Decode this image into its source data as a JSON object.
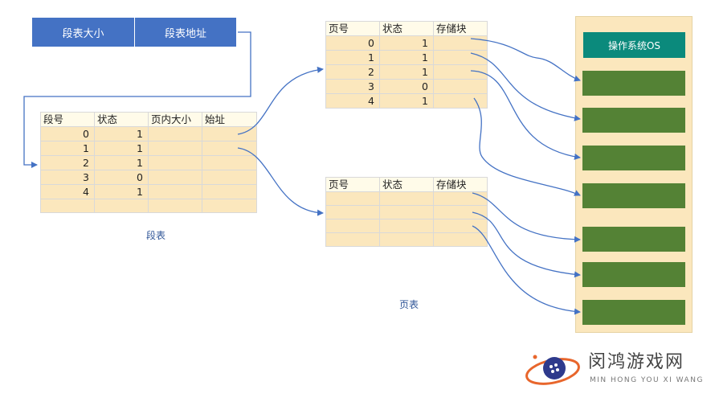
{
  "register": {
    "seg_len_label": "段表大小",
    "seg_addr_label": "段表地址"
  },
  "segment_table": {
    "headers": [
      "段号",
      "状态",
      "页内大小",
      "始址"
    ],
    "rows": [
      [
        "0",
        "1",
        "",
        ""
      ],
      [
        "1",
        "1",
        "",
        ""
      ],
      [
        "2",
        "1",
        "",
        ""
      ],
      [
        "3",
        "0",
        "",
        ""
      ],
      [
        "4",
        "1",
        "",
        ""
      ],
      [
        "",
        "",
        "",
        ""
      ]
    ],
    "caption": "段表"
  },
  "page_table_1": {
    "headers": [
      "页号",
      "状态",
      "存储块"
    ],
    "rows": [
      [
        "0",
        "1",
        ""
      ],
      [
        "1",
        "1",
        ""
      ],
      [
        "2",
        "1",
        ""
      ],
      [
        "3",
        "0",
        ""
      ],
      [
        "4",
        "1",
        ""
      ]
    ]
  },
  "page_table_2": {
    "headers": [
      "页号",
      "状态",
      "存储块"
    ],
    "rows": [
      [
        "",
        "",
        ""
      ],
      [
        "",
        "",
        ""
      ],
      [
        "",
        "",
        ""
      ],
      [
        "",
        "",
        ""
      ]
    ],
    "caption": "页表"
  },
  "memory": {
    "os_label": "操作系统OS",
    "block_count": 7
  },
  "watermark": {
    "title": "闵鸿游戏网",
    "subtitle": "MIN HONG YOU XI WANG"
  },
  "colors": {
    "register": "#4472c4",
    "table_cell": "#fbe7bd",
    "os_block": "#0b8a7c",
    "memory_block": "#548235",
    "arrow": "#4472c4"
  }
}
